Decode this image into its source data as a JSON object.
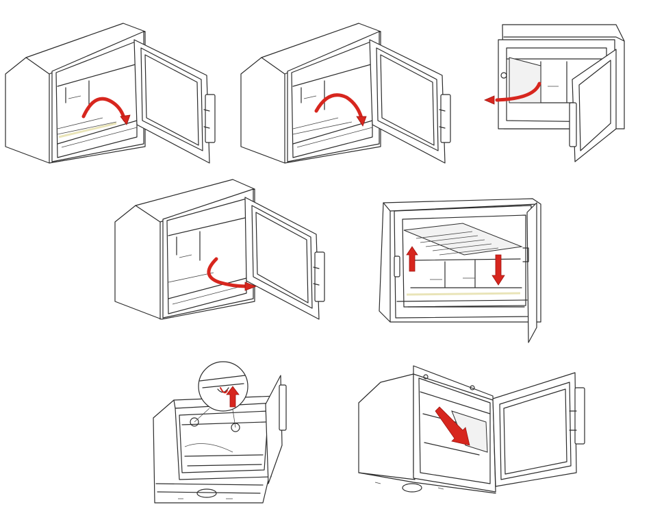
{
  "colors": {
    "line": "#2b2b2b",
    "arrow": "#d7261e",
    "arrow_dark": "#9e1510",
    "glow": "#e9e4b8",
    "background": "#ffffff"
  },
  "steps": [
    {
      "id": 1,
      "view": "front-left",
      "door": "open-right",
      "action": "curved-arrow-rotate-right",
      "icon": "rotate-right-arrow-icon"
    },
    {
      "id": 2,
      "view": "front-left",
      "door": "open-right",
      "action": "curved-arrow-rotate-down",
      "icon": "rotate-down-arrow-icon"
    },
    {
      "id": 3,
      "view": "front-right",
      "door": "open-left",
      "action": "curved-arrow-pull-left",
      "icon": "pull-left-arrow-icon"
    },
    {
      "id": 4,
      "view": "front-left",
      "door": "open-right",
      "action": "curved-arrow-pull-out",
      "icon": "pull-out-arrow-icon"
    },
    {
      "id": 5,
      "view": "front-right",
      "door": "open-left",
      "action": "arrows-up-down",
      "icon": "up-down-arrows-icon"
    },
    {
      "id": 6,
      "view": "from-below",
      "door": "open-right",
      "action": "arrow-up-detail",
      "icon": "up-arrow-icon"
    },
    {
      "id": 7,
      "view": "from-below-left",
      "door": "open-right",
      "action": "diagonal-arrow-down",
      "icon": "diagonal-arrow-icon"
    }
  ]
}
